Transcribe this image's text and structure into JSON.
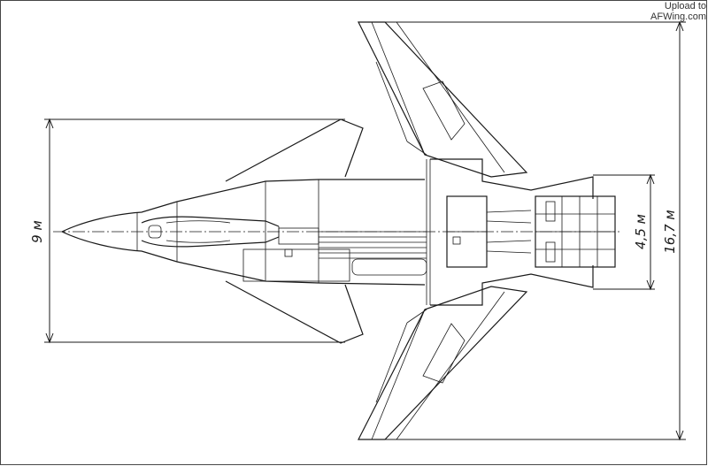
{
  "watermark": {
    "line1": "Upload to",
    "line2": "AFWing.com"
  },
  "dimensions": {
    "span_label": "9 м",
    "length_label": "16,7 м",
    "height_label": "4,5 м"
  },
  "colors": {
    "line": "#1a1a1a",
    "background": "#ffffff"
  }
}
